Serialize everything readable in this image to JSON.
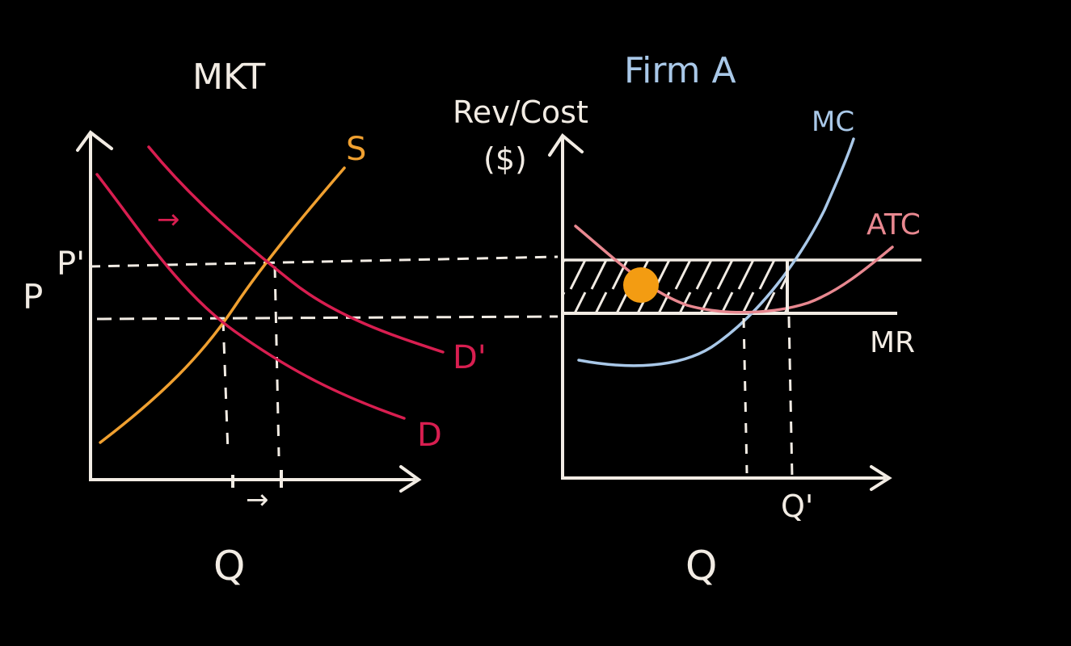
{
  "colors": {
    "background": "#000000",
    "chalk": "#f2ece4",
    "supply": "#f0a030",
    "demand": "#d81e50",
    "firm_title": "#a9c8e8",
    "mc": "#a9c8e8",
    "atc": "#e88890",
    "dot": "#f39c12"
  },
  "market": {
    "title": "MKT",
    "y_label": "P",
    "y_label_new": "P'",
    "x_label": "Q",
    "supply_label": "S",
    "demand_label": "D",
    "demand_new_label": "D'",
    "shift_arrow": "→",
    "q_shift_arrow": "→"
  },
  "firm": {
    "title": "Firm A",
    "y_label_line1": "Rev/Cost",
    "y_label_line2": "($)",
    "x_label": "Q",
    "mc_label": "MC",
    "atc_label": "ATC",
    "mr_label": "MR",
    "q_new_label": "Q'"
  },
  "annotations": {
    "profit_region": "hatched",
    "highlight_dot": "orange-dot"
  }
}
